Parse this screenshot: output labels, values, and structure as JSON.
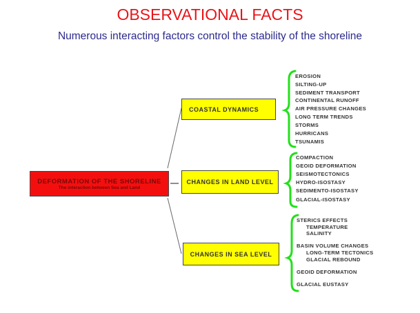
{
  "title": "OBSERVATIONAL FACTS",
  "subtitle": "Numerous interacting factors control the stability of the shoreline",
  "root": {
    "label": "DEFORMATION OF THE SHORELINE",
    "sublabel": "The interaction between Sea and Land",
    "color": "#f40f0f"
  },
  "branches": [
    {
      "label": "COASTAL DYNAMICS",
      "items": [
        "EROSION",
        "SILTING-UP",
        "SEDIMENT TRANSPORT",
        "CONTINENTAL RUNOFF",
        "AIR PRESSURE CHANGES",
        "LONG TERM TRENDS",
        "STORMS",
        "HURRICANS",
        "TSUNAMIS"
      ]
    },
    {
      "label": "CHANGES IN LAND LEVEL",
      "items": [
        "COMPACTION",
        "GEOID DEFORMATION",
        "SEISMOTECTONICS",
        "HYDRO-ISOSTASY",
        "SEDIMENTO-ISOSTASY",
        "GLACIAL-ISOSTASY"
      ]
    },
    {
      "label": "CHANGES IN SEA LEVEL",
      "items": [
        "STERICS EFFECTS",
        "TEMPERATURE",
        "SALINITY",
        "BASIN VOLUME CHANGES",
        "LONG-TERM TECTONICS",
        "GLACIAL REBOUND",
        "GEOID DEFORMATION",
        "GLACIAL EUSTASY"
      ]
    }
  ],
  "colors": {
    "title": "#e8141a",
    "subtitle": "#2b2a8c",
    "branch": "#ffff00",
    "brace": "#22e01a"
  }
}
